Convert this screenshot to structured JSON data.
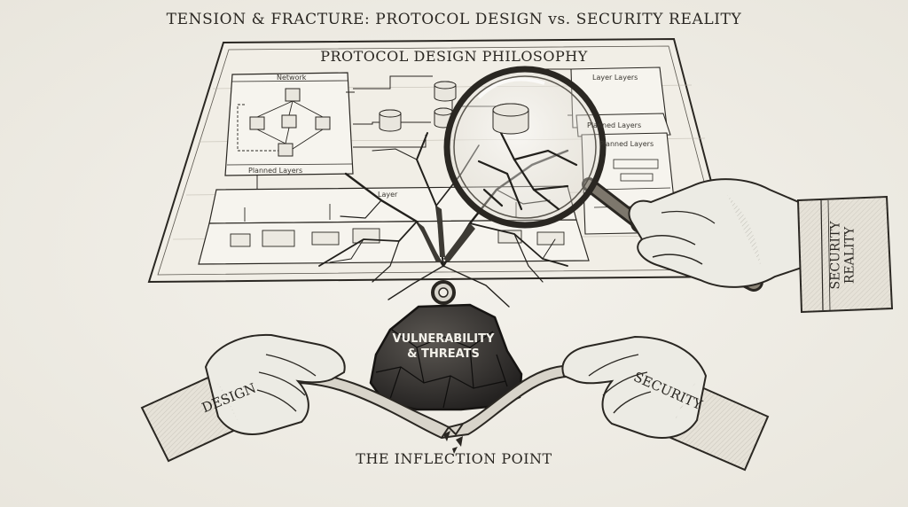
{
  "header": {
    "title": "TENSION & FRACTURE: PROTOCOL DESIGN vs. SECURITY REALITY"
  },
  "blueprint": {
    "heading": "PROTOCOL DESIGN PHILOSOPHY",
    "labels": {
      "network": "Network",
      "planned_layers": "Planned Layers",
      "layer": "Layer",
      "layers_right_1": "Layer Layers",
      "layers_right_2": "Planned Layers",
      "layers_right_3": "Planned Layers"
    }
  },
  "weight": {
    "line1": "VULNERABILITY",
    "line2": "& THREATS"
  },
  "hands": {
    "left": "DESIGN",
    "right": "SECURITY",
    "cuff_line1": "SECURITY",
    "cuff_line2": "REALITY"
  },
  "footer": {
    "caption": "THE INFLECTION POINT"
  },
  "colors": {
    "ink": "#2a2722",
    "paper": "#f2efe7",
    "rock": "#3a3733",
    "cuff": "#e6e2d8"
  }
}
